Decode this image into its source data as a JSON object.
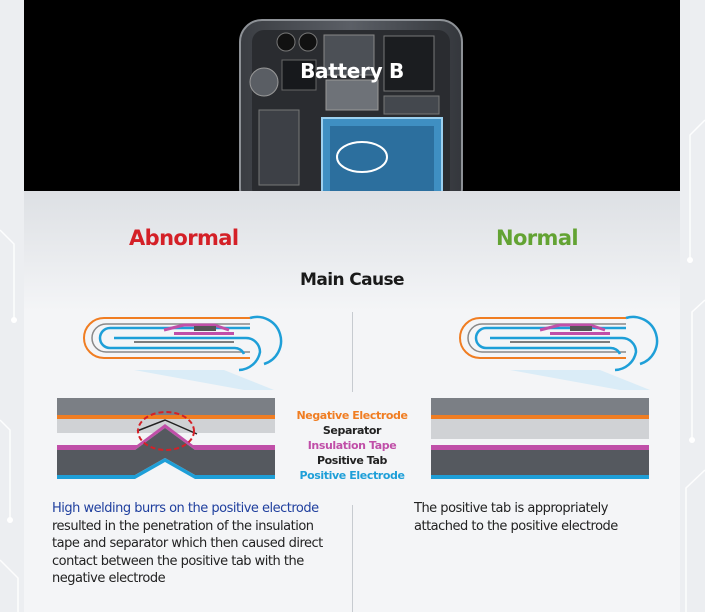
{
  "hero": {
    "title": "Battery B"
  },
  "columns": {
    "abnormal_title": "Abnormal",
    "normal_title": "Normal"
  },
  "main_cause": "Main Cause",
  "legend": [
    {
      "label": "Negative Electrode",
      "color": "#f07d22"
    },
    {
      "label": "Separator",
      "color": "#222222"
    },
    {
      "label": "Insulation Tape",
      "color": "#c04fa8"
    },
    {
      "label": "Positive Tab",
      "color": "#222222"
    },
    {
      "label": "Positive Electrode",
      "color": "#1e9fd8"
    }
  ],
  "abnormal_text": {
    "highlight": "High welding burrs on the positive electrode",
    "rest": " resulted in the penetration of the insulation tape and separator which then caused direct contact between the positive tab with the negative electrode"
  },
  "normal_text": "The positive tab is appropriately attached to the positive electrode",
  "colors": {
    "abnormal": "#d42027",
    "normal": "#63a333",
    "highlight": "#1f3f9e"
  }
}
